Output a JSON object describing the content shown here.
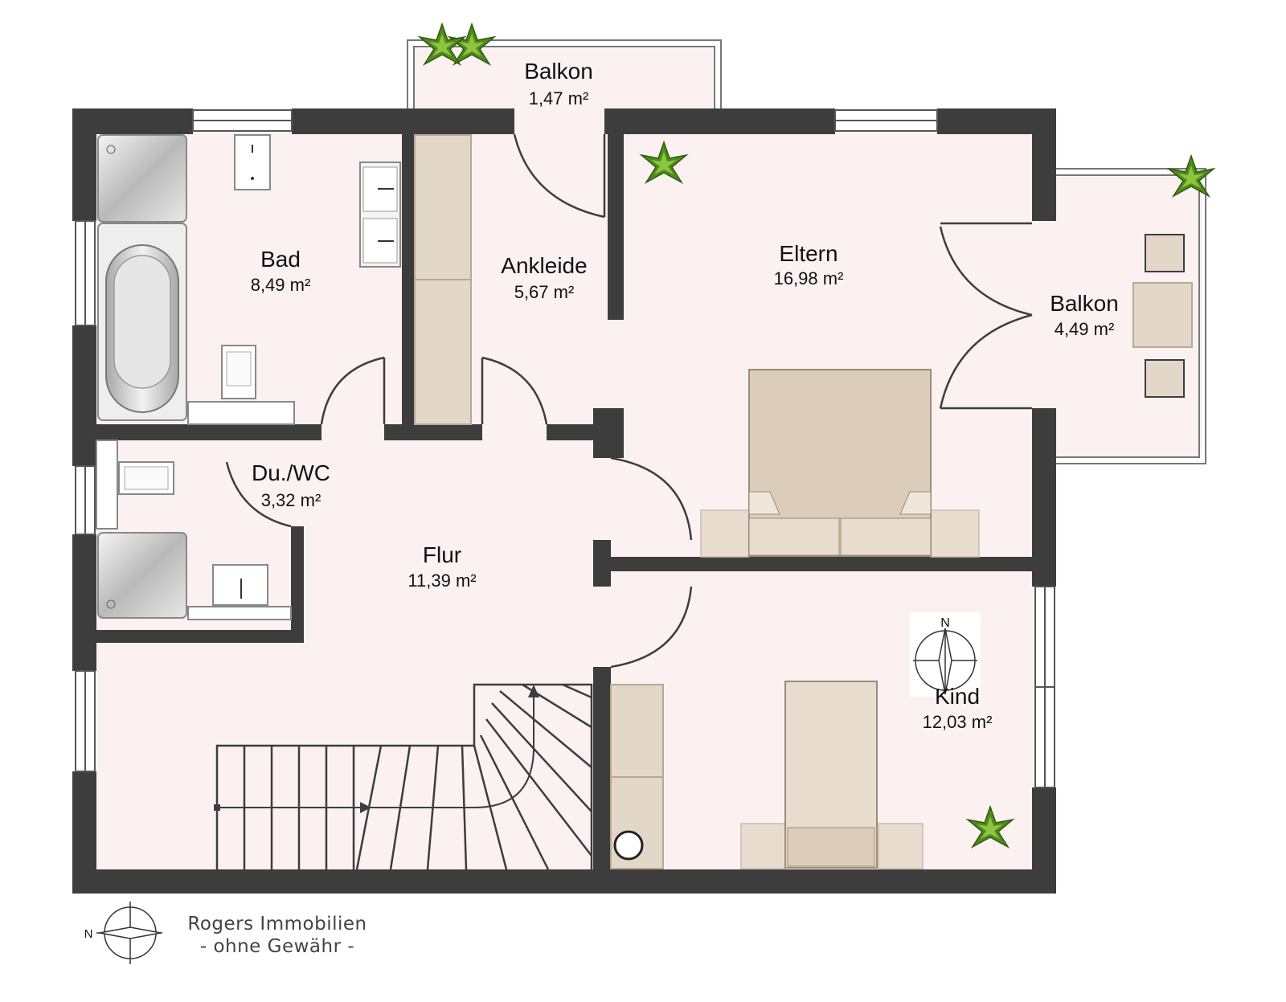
{
  "rooms": {
    "balkon_top": {
      "name": "Balkon",
      "area": "1,47 m²"
    },
    "bad": {
      "name": "Bad",
      "area": "8,49 m²"
    },
    "ankleide": {
      "name": "Ankleide",
      "area": "5,67 m²"
    },
    "eltern": {
      "name": "Eltern",
      "area": "16,98 m²"
    },
    "balkon_right": {
      "name": "Balkon",
      "area": "4,49 m²"
    },
    "du_wc": {
      "name": "Du./WC",
      "area": "3,32 m²"
    },
    "flur": {
      "name": "Flur",
      "area": "11,39 m²"
    },
    "kind": {
      "name": "Kind",
      "area": "12,03 m²"
    }
  },
  "compass": {
    "north_label": "N"
  },
  "footer": {
    "company": "Rogers Immobilien",
    "disclaimer": "- ohne Gewähr -",
    "compass_label": "N"
  },
  "colors": {
    "wall": "#3d3d3d",
    "floor": "#fbf1f1",
    "furniture": "#e3d7c8",
    "plant": "#4f8a1c"
  }
}
